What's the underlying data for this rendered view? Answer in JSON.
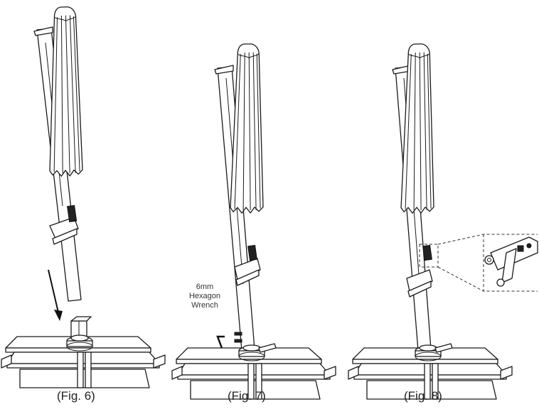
{
  "figures": [
    {
      "caption": "(Fig. 6)"
    },
    {
      "caption": "(Fig. 7)"
    },
    {
      "caption": "(Fig. 8)"
    }
  ],
  "tool_label": {
    "line1": "6mm",
    "line2": "Hexagon",
    "line3": "Wrench"
  }
}
